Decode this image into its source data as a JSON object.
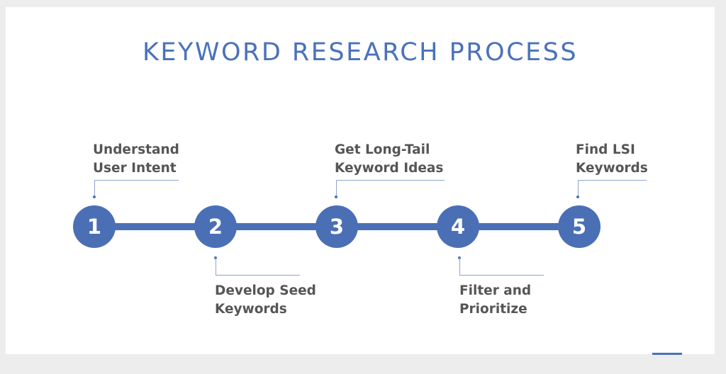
{
  "title": "KEYWORD RESEARCH PROCESS",
  "steps": [
    {
      "number": "1",
      "label_line1": "Understand",
      "label_line2": "User Intent",
      "position": "above"
    },
    {
      "number": "2",
      "label_line1": "Develop Seed",
      "label_line2": "Keywords",
      "position": "below"
    },
    {
      "number": "3",
      "label_line1": "Get Long-Tail",
      "label_line2": "Keyword Ideas",
      "position": "above"
    },
    {
      "number": "4",
      "label_line1": "Filter and",
      "label_line2": "Prioritize",
      "position": "below"
    },
    {
      "number": "5",
      "label_line1": "Find LSI",
      "label_line2": "Keywords",
      "position": "above"
    }
  ],
  "colors": {
    "accent": "#4a6fb5",
    "title": "#4a72bb",
    "label": "#555555",
    "callout_line": "#8fa4cf"
  }
}
